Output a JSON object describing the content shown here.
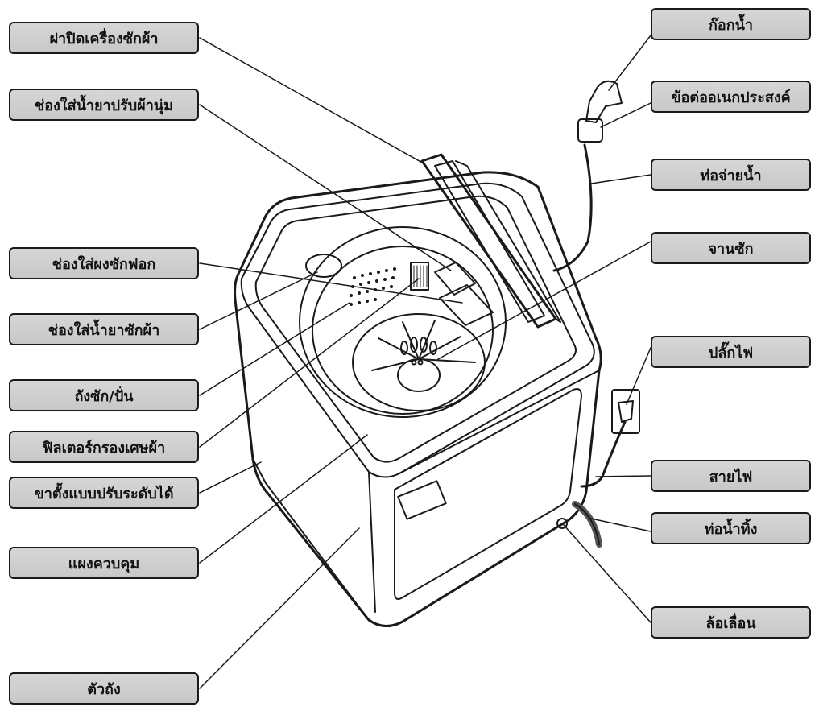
{
  "diagram": {
    "left_labels": [
      "ฝาปิดเครื่องซักผ้า",
      "ช่องใส่น้ำยาปรับผ้านุ่ม",
      "ช่องใส่ผงซักฟอก",
      "ช่องใส่น้ำยาซักผ้า",
      "ถังซัก/ปั่น",
      "ฟิลเตอร์กรองเศษผ้า",
      "ขาตั้งแบบปรับระดับได้",
      "แผงควบคุม",
      "ตัวถัง"
    ],
    "right_labels": [
      "ก๊อกน้ำ",
      "ข้อต่ออเนกประสงค์",
      "ท่อจ่ายน้ำ",
      "จานซัก",
      "ปลั๊กไฟ",
      "สายไฟ",
      "ท่อน้ำทิ้ง",
      "ล้อเลื่อน"
    ]
  }
}
